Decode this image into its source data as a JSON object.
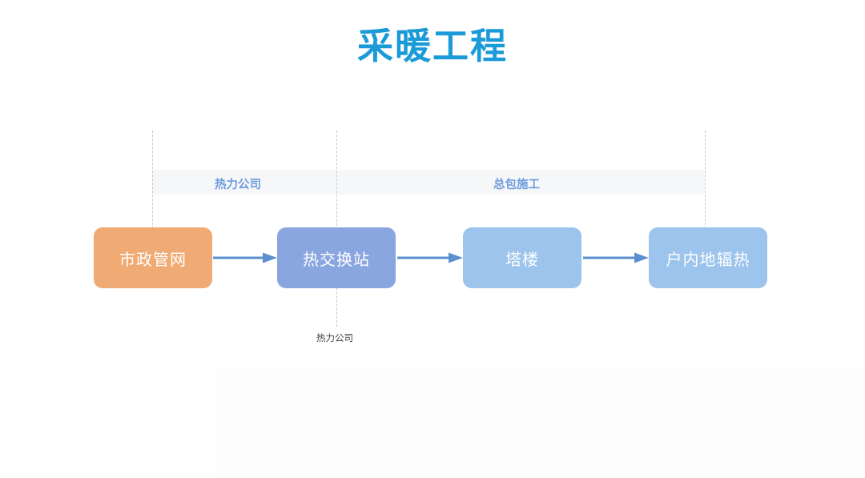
{
  "slide": {
    "title": "采暖工程",
    "title_color": "#1b9ad8",
    "background": "#ffffff"
  },
  "swimlane": {
    "band_color": "#f6f7f9",
    "label_color": "#6e9cdd",
    "divider_color": "#c8ccd2",
    "lanes": [
      {
        "label": "热力公司"
      },
      {
        "label": "总包施工"
      }
    ]
  },
  "flow": {
    "arrow_color": "#5b8fd0",
    "nodes": [
      {
        "label": "市政管网",
        "color": "#f0aa74"
      },
      {
        "label": "热交换站",
        "color": "#8aa6e0"
      },
      {
        "label": "塔楼",
        "color": "#9cc4ec"
      },
      {
        "label": "户内地辐热",
        "color": "#9cc4ec"
      }
    ],
    "arrows": [
      {
        "name": "arrow-municipal-to-exchange"
      },
      {
        "name": "arrow-exchange-to-tower"
      },
      {
        "name": "arrow-tower-to-floorheating"
      }
    ]
  },
  "annotation": {
    "footnote": "热力公司"
  }
}
